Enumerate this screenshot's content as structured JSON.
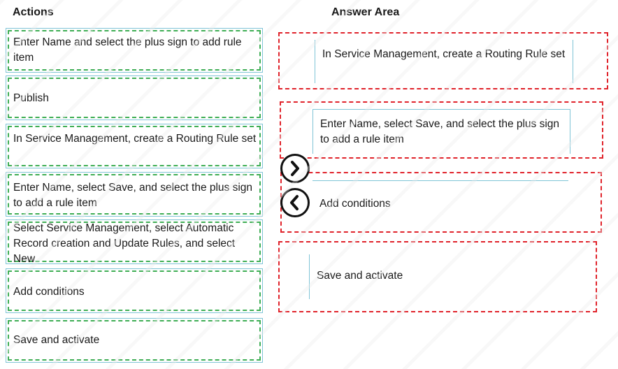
{
  "headings": {
    "actions": "Actions",
    "answer_area": "Answer Area"
  },
  "actions": [
    {
      "label": "Enter Name and select the plus sign to add rule item"
    },
    {
      "label": "Publish"
    },
    {
      "label": "In Service Management, create a Routing Rule set"
    },
    {
      "label": "Enter Name, select Save, and select the plus sign to add a rule item"
    },
    {
      "label": "Select Service Management, select Automatic Record creation and Update Rules, and select New"
    },
    {
      "label": "Add conditions"
    },
    {
      "label": "Save and activate"
    }
  ],
  "answers": [
    {
      "label": "In Service Management, create a Routing Rule set"
    },
    {
      "label": "Enter Name, select Save, and select the plus sign to add a rule item"
    },
    {
      "label": "Add conditions"
    },
    {
      "label": "Save and activate"
    }
  ],
  "controls": {
    "move_right_icon": "chevron-right-icon",
    "move_left_icon": "chevron-left-icon"
  },
  "colors": {
    "item_border": "#7fc4d6",
    "item_dash": "#3fae55",
    "slot_dash": "#e0232b"
  }
}
